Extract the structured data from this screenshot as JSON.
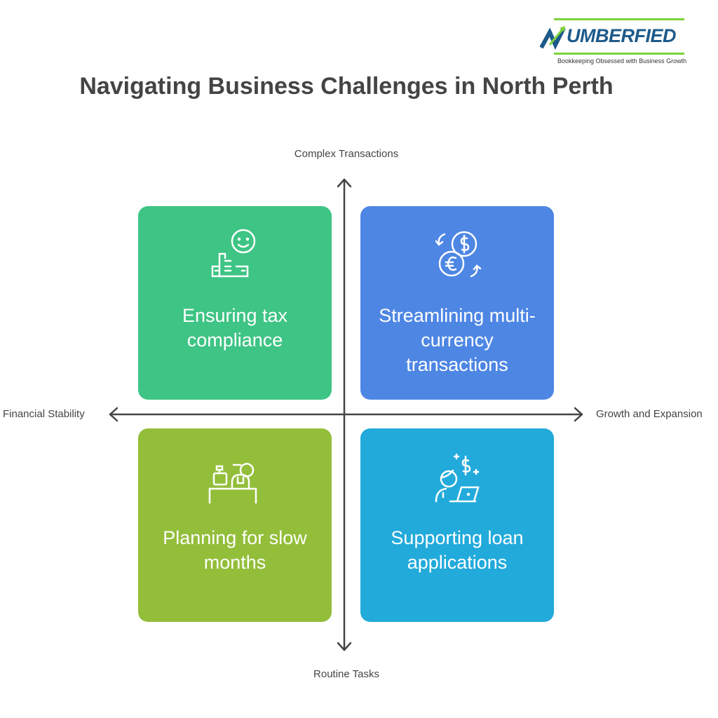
{
  "logo": {
    "name": "NUMBERFIED",
    "tagline": "Bookkeeping Obsessed with Business Growth"
  },
  "title": "Navigating Business Challenges in North Perth",
  "axes": {
    "top": "Complex Transactions",
    "bottom": "Routine Tasks",
    "left": "Financial Stability",
    "right": "Growth and Expansion"
  },
  "quadrants": [
    {
      "label": "Ensuring tax compliance",
      "icon": "tax-compliance-icon",
      "color": "#3EC484"
    },
    {
      "label": "Streamlining multi-currency transactions",
      "icon": "currency-exchange-icon",
      "color": "#4E86E4"
    },
    {
      "label": "Planning for slow months",
      "icon": "cashier-icon",
      "color": "#93BE3A"
    },
    {
      "label": "Supporting loan applications",
      "icon": "loan-application-icon",
      "color": "#22AADB"
    }
  ]
}
